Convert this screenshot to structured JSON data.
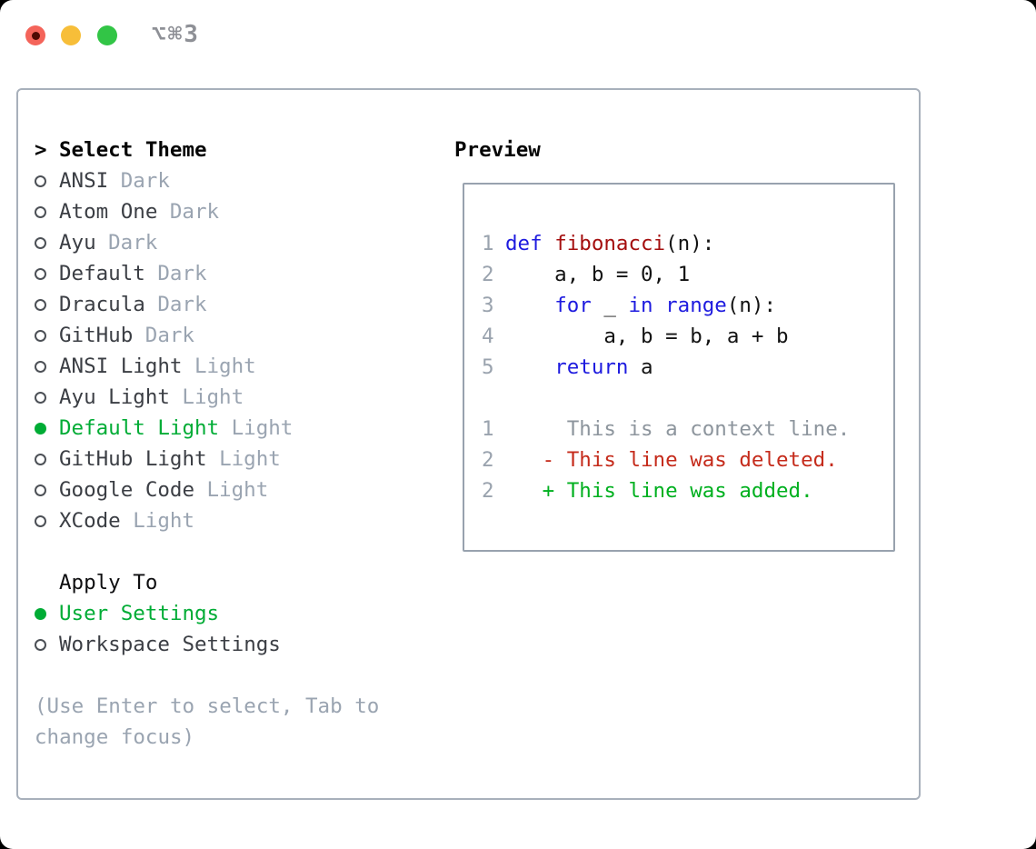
{
  "window": {
    "shortcut_label": "⌥⌘3",
    "controls": [
      "close",
      "minimize",
      "zoom"
    ]
  },
  "theme_panel": {
    "header": {
      "prefix": ">",
      "title": "Select Theme"
    },
    "themes": [
      {
        "name": "ANSI",
        "tag": "Dark",
        "selected": false
      },
      {
        "name": "Atom One",
        "tag": "Dark",
        "selected": false
      },
      {
        "name": "Ayu",
        "tag": "Dark",
        "selected": false
      },
      {
        "name": "Default",
        "tag": "Dark",
        "selected": false
      },
      {
        "name": "Dracula",
        "tag": "Dark",
        "selected": false
      },
      {
        "name": "GitHub",
        "tag": "Dark",
        "selected": false
      },
      {
        "name": "ANSI Light",
        "tag": "Light",
        "selected": false
      },
      {
        "name": "Ayu Light",
        "tag": "Light",
        "selected": false
      },
      {
        "name": "Default Light",
        "tag": "Light",
        "selected": true
      },
      {
        "name": "GitHub Light",
        "tag": "Light",
        "selected": false
      },
      {
        "name": "Google Code",
        "tag": "Light",
        "selected": false
      },
      {
        "name": "XCode",
        "tag": "Light",
        "selected": false
      }
    ],
    "apply_to": {
      "header": "Apply To",
      "options": [
        {
          "label": "User Settings",
          "selected": true
        },
        {
          "label": "Workspace Settings",
          "selected": false
        }
      ]
    },
    "hint": "(Use Enter to select, Tab to change focus)"
  },
  "preview": {
    "title": "Preview",
    "lines": [
      {
        "num": "1",
        "parts": [
          {
            "t": "def ",
            "style": "keyword"
          },
          {
            "t": "fibonacci",
            "style": "function"
          },
          {
            "t": "(n):",
            "style": "plain"
          }
        ]
      },
      {
        "num": "2",
        "parts": [
          {
            "t": "    a, b = 0, 1",
            "style": "plain"
          }
        ]
      },
      {
        "num": "3",
        "parts": [
          {
            "t": "    ",
            "style": "plain"
          },
          {
            "t": "for",
            "style": "keyword"
          },
          {
            "t": " _ ",
            "style": "plain"
          },
          {
            "t": "in",
            "style": "keyword"
          },
          {
            "t": " ",
            "style": "plain"
          },
          {
            "t": "range",
            "style": "keyword"
          },
          {
            "t": "(n):",
            "style": "plain"
          }
        ]
      },
      {
        "num": "4",
        "parts": [
          {
            "t": "        a, b = b, a + b",
            "style": "plain"
          }
        ]
      },
      {
        "num": "5",
        "parts": [
          {
            "t": "    ",
            "style": "plain"
          },
          {
            "t": "return",
            "style": "keyword"
          },
          {
            "t": " a",
            "style": "plain"
          }
        ]
      },
      {
        "num": "",
        "parts": []
      },
      {
        "num": "1",
        "parts": [
          {
            "t": "     This is a context line.",
            "style": "context"
          }
        ]
      },
      {
        "num": "2",
        "parts": [
          {
            "t": "   - This line was deleted.",
            "style": "deleted"
          }
        ]
      },
      {
        "num": "2",
        "parts": [
          {
            "t": "   + This line was added.",
            "style": "added"
          }
        ]
      }
    ]
  },
  "colors": {
    "accent_green": "#00AC35",
    "keyword_blue": "#1E1BDF",
    "function_red": "#A40E0E",
    "diff_deleted_red": "#C52B1B",
    "diff_added_green": "#00B01F",
    "muted_text": "#9AA4B1",
    "panel_border": "#A8B0BB",
    "traffic_red": "#F4645A",
    "traffic_yellow": "#F7BE39",
    "traffic_green": "#32C546"
  }
}
